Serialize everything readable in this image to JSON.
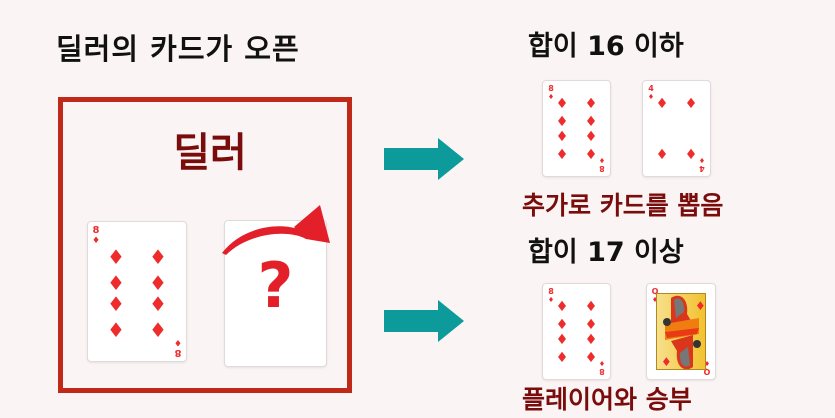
{
  "left_panel": {
    "title": "딜러의 카드가 오픈",
    "box_label": "딜러",
    "cards": [
      {
        "rank": "8",
        "suit": "♦",
        "face": "up"
      },
      {
        "rank": "?",
        "face": "down",
        "overlay": "?",
        "flip_arrow": "curved-arrow-icon"
      }
    ],
    "border_color": "#c0281a"
  },
  "arrows": {
    "color": "#0c9a9a"
  },
  "case_under": {
    "title": "합이 16 이하",
    "cards": [
      {
        "rank": "8",
        "suit": "♦"
      },
      {
        "rank": "4",
        "suit": "♦"
      }
    ],
    "result": "추가로 카드를 뽑음"
  },
  "case_over": {
    "title": "합이 17 이상",
    "cards": [
      {
        "rank": "8",
        "suit": "♦"
      },
      {
        "rank": "Q",
        "suit": "♦"
      }
    ],
    "result": "플레이어와 승부"
  },
  "colors": {
    "background": "#faf4f4",
    "accent_dark_red": "#7a0c0c",
    "suit_red": "#ee2c2c"
  }
}
